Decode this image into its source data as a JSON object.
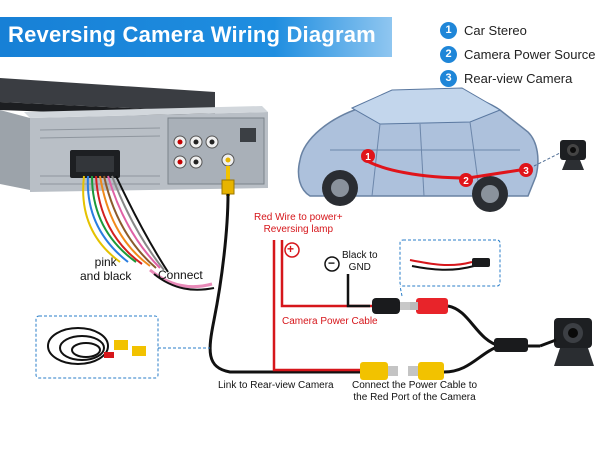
{
  "header": {
    "title": "Reversing Camera Wiring Diagram"
  },
  "legend": [
    {
      "num": "1",
      "label": "Car Stereo"
    },
    {
      "num": "2",
      "label": "Camera Power Source"
    },
    {
      "num": "3",
      "label": "Rear-view Camera"
    }
  ],
  "car_markers": [
    "1",
    "2",
    "3"
  ],
  "labels": {
    "pink_black_line1": "pink",
    "pink_black_line2": "and black",
    "connect": "Connect",
    "red_wire_line1": "Red Wire to power+",
    "red_wire_line2": "Reversing lamp",
    "plus_symbol": "+",
    "minus_symbol": "−",
    "black_to_line1": "Black to",
    "black_to_line2": "GND",
    "camera_power_cable": "Camera Power Cable",
    "link_rear_view": "Link to Rear-view Camera",
    "connect_power_line1": "Connect the Power Cable to",
    "connect_power_line2": "the Red Port of the Camera"
  },
  "colors": {
    "accent": "#1f86d8",
    "red_wire": "#d6161b",
    "video_yellow": "#f2c200",
    "black_wire": "#111111"
  }
}
